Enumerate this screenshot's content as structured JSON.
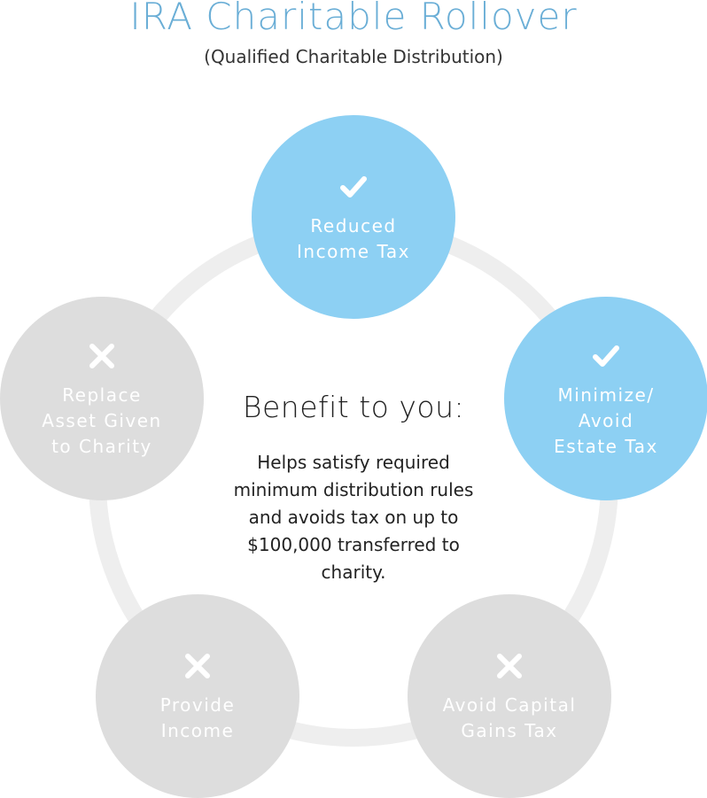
{
  "header": {
    "title": "IRA Charitable Rollover",
    "subtitle": "(Qualified Charitable Distribution)"
  },
  "center": {
    "heading": "Benefit to you:",
    "body": "Helps satisfy required minimum distribution rules and avoids tax on up to $100,000 transferred to charity."
  },
  "benefits": [
    {
      "label": "Reduced\nIncome Tax",
      "status": "yes",
      "icon": "checkmark-icon"
    },
    {
      "label": "Minimize/\nAvoid\nEstate Tax",
      "status": "yes",
      "icon": "checkmark-icon"
    },
    {
      "label": "Avoid Capital\nGains Tax",
      "status": "no",
      "icon": "x-icon"
    },
    {
      "label": "Provide\nIncome",
      "status": "no",
      "icon": "x-icon"
    },
    {
      "label": "Replace\nAsset Given\nto Charity",
      "status": "no",
      "icon": "x-icon"
    }
  ],
  "colors": {
    "title": "#6aaed6",
    "active": "#8dd0f3",
    "inactive": "#dddddd",
    "ring": "#eeeeee"
  }
}
